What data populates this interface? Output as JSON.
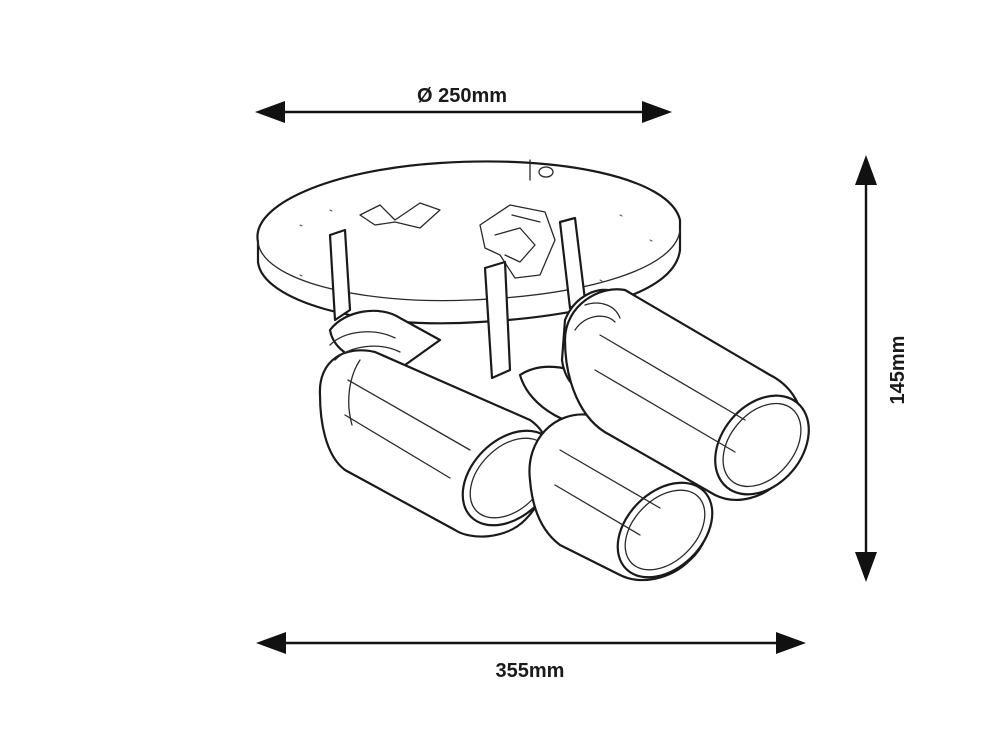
{
  "dimensions": {
    "diameter": "Ø 250mm",
    "height": "145mm",
    "width": "355mm"
  },
  "colors": {
    "line": "#1a1a1a",
    "background": "#ffffff"
  }
}
